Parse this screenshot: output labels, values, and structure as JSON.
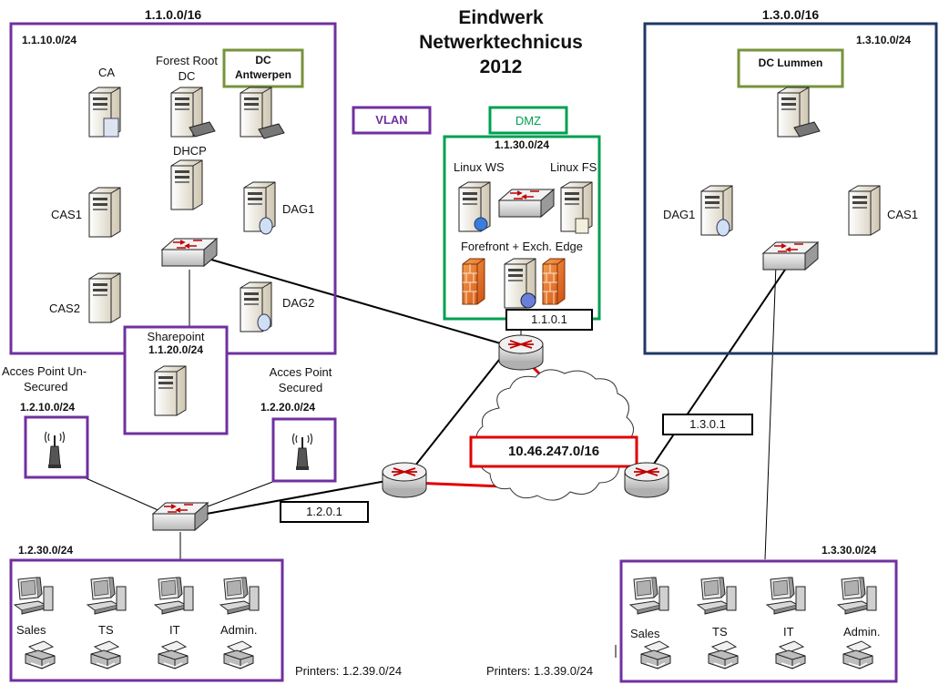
{
  "title": {
    "line1": "Eindwerk",
    "line2": "Netwerktechnicus",
    "line3": "2012"
  },
  "legend": {
    "vlan": "VLAN",
    "dmz": "DMZ"
  },
  "colors": {
    "vlan": "#7030a0",
    "dmz": "#00a050",
    "site3": "#1f3864",
    "dc_box": "#77933c",
    "wan": "#e00000",
    "link": "#000000"
  },
  "site1": {
    "net": "1.1.0.0/16",
    "vlan10": "1.1.10.0/24",
    "ca": "CA",
    "forest_root_1": "Forest Root",
    "forest_root_2": "DC",
    "dc_antwerpen_1": "DC",
    "dc_antwerpen_2": "Antwerpen",
    "dhcp": "DHCP",
    "cas1": "CAS1",
    "dag1": "DAG1",
    "cas2": "CAS2",
    "dag2": "DAG2",
    "sharepoint": "Sharepoint",
    "sharepoint_net": "1.1.20.0/24"
  },
  "dmz": {
    "net": "1.1.30.0/24",
    "linux_ws": "Linux WS",
    "linux_fs": "Linux FS",
    "forefront": "Forefront + Exch. Edge",
    "gw": "1.1.0.1"
  },
  "site3": {
    "net": "1.3.0.0/16",
    "vlan10": "1.3.10.0/24",
    "dc_lummen": "DC Lummen",
    "dag1": "DAG1",
    "cas1": "CAS1",
    "gw": "1.3.0.1"
  },
  "wan": {
    "net": "10.46.247.0/16"
  },
  "site2": {
    "ap_unsecured_1": "Acces Point Un-",
    "ap_unsecured_2": "Secured",
    "ap_unsecured_net": "1.2.10.0/24",
    "ap_secured_1": "Acces Point",
    "ap_secured_2": "Secured",
    "ap_secured_net": "1.2.20.0/24",
    "gw": "1.2.0.1",
    "vlan30": "1.2.30.0/24",
    "depts": [
      "Sales",
      "TS",
      "IT",
      "Admin."
    ],
    "printers": "Printers: 1.2.39.0/24"
  },
  "site3_lan": {
    "vlan30": "1.3.30.0/24",
    "depts": [
      "Sales",
      "TS",
      "IT",
      "Admin."
    ],
    "printers": "Printers: 1.3.39.0/24"
  }
}
